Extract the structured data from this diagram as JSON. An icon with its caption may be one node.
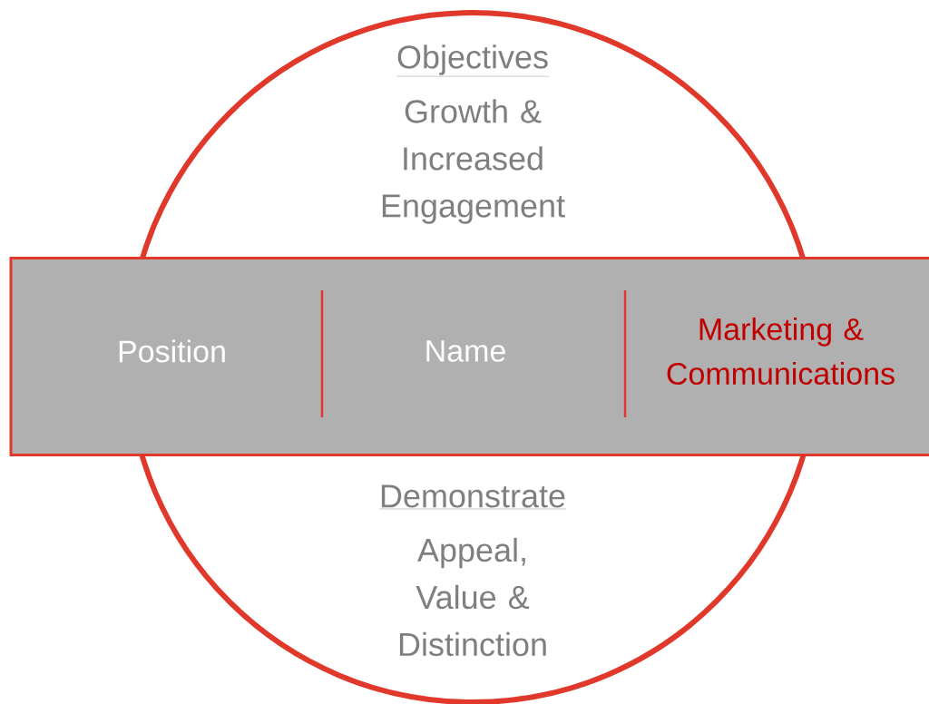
{
  "diagram": {
    "nodes": [
      {
        "text": [
          "Objectives",
          "Growth & Increased Engagement",
          "Demonstrate",
          "Appeal, Value & Distinction"
        ]
      },
      {
        "text": [],
        "shape": "bar"
      },
      {
        "text": [
          "Position"
        ],
        "in": 1
      },
      {
        "text": [
          "Name"
        ]
      },
      {
        "text": [
          "Marketing & Communications"
        ],
        "in": 1
      }
    ]
  }
}
